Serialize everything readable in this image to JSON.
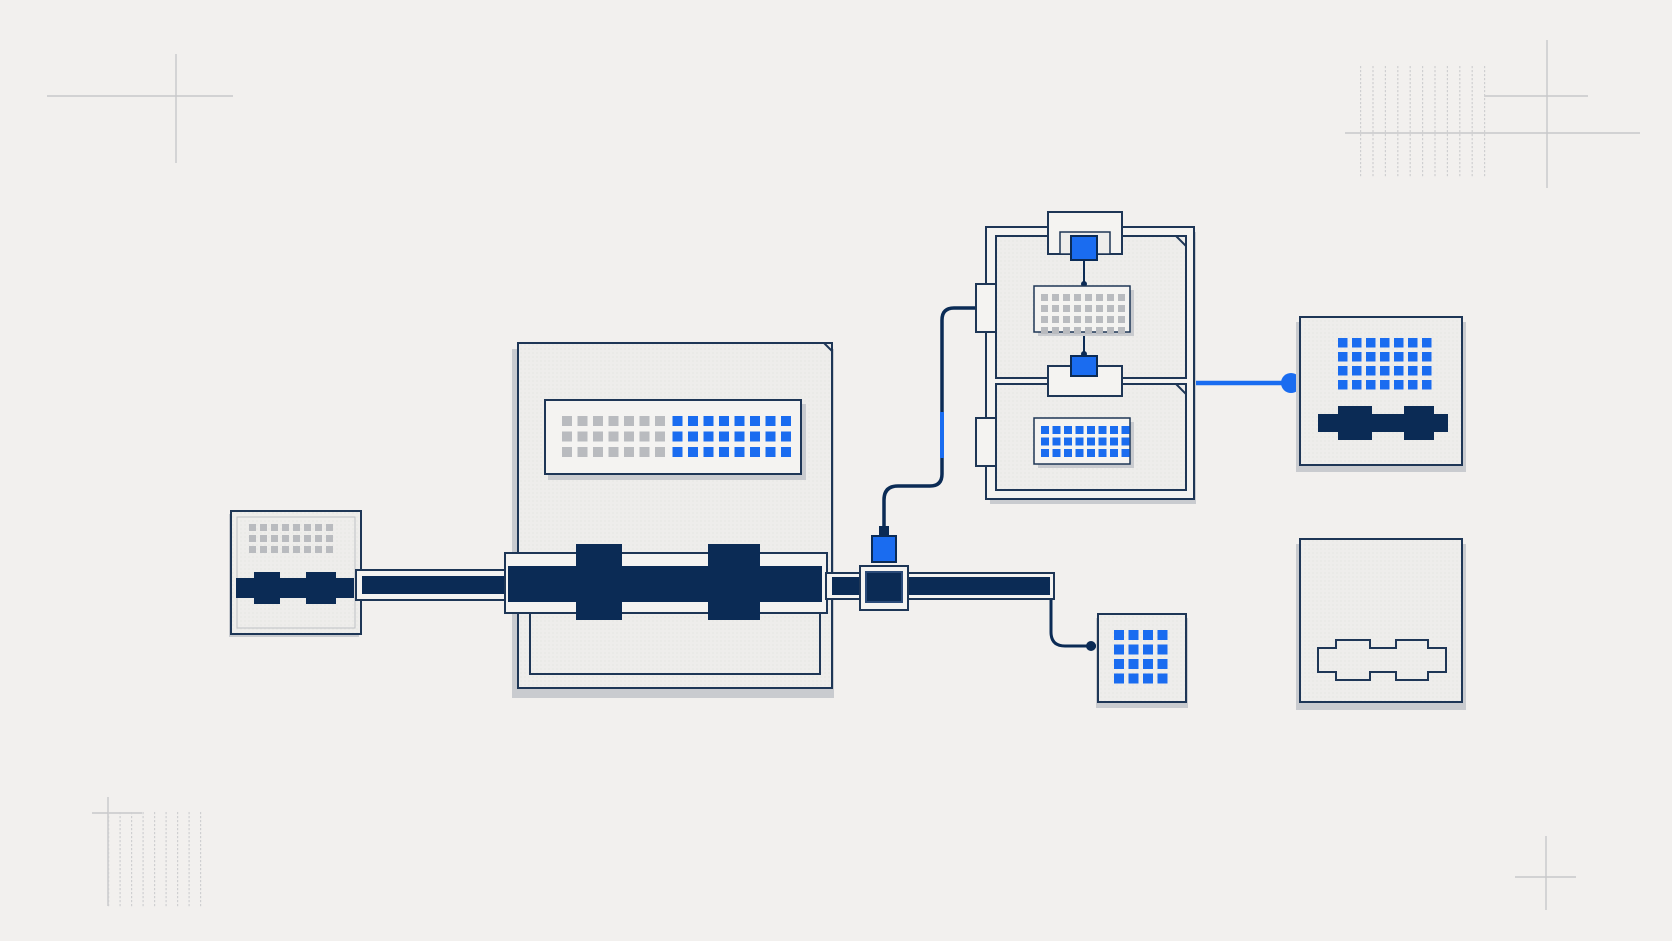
{
  "diagram": {
    "colors": {
      "background": "#f2f0ee",
      "navy": "#0b2b55",
      "blue": "#1a6cf0",
      "panel_fill": "#eeedeb",
      "panel_stroke": "#1e3656",
      "grey_cell": "#b9bbbf",
      "shadow": "#c9cbcf"
    },
    "nodes": [
      {
        "name": "input-module",
        "grid": {
          "rows": 3,
          "cols": 8,
          "blue_cols": 0
        },
        "connector": "dumbbell-filled"
      },
      {
        "name": "main-processor",
        "grid": {
          "rows": 3,
          "cols": 15,
          "blue_cols": 8
        },
        "connector": "channel-filled"
      },
      {
        "name": "junction",
        "connector": "blue-plug"
      },
      {
        "name": "stacked-cabinet-upper",
        "grid": {
          "rows": 4,
          "cols": 8,
          "blue_cols": 0
        }
      },
      {
        "name": "stacked-cabinet-lower",
        "grid": {
          "rows": 3,
          "cols": 8,
          "blue_cols": 8
        }
      },
      {
        "name": "output-module-small",
        "grid": {
          "rows": 4,
          "cols": 4,
          "blue_cols": 4
        }
      },
      {
        "name": "output-module-top",
        "grid": {
          "rows": 4,
          "cols": 7,
          "blue_cols": 7
        },
        "connector": "dumbbell-filled"
      },
      {
        "name": "output-module-empty",
        "connector": "dumbbell-outline"
      }
    ],
    "links": [
      {
        "from": "input-module",
        "to": "main-processor",
        "style": "navy-bar"
      },
      {
        "from": "main-processor",
        "to": "junction",
        "style": "navy-bar"
      },
      {
        "from": "junction",
        "to": "stacked-cabinet-upper",
        "style": "thin-line"
      },
      {
        "from": "junction",
        "to": "output-module-small",
        "style": "thin-line"
      },
      {
        "from": "stacked-cabinet-upper",
        "to": "output-module-top",
        "style": "blue-line"
      }
    ]
  }
}
